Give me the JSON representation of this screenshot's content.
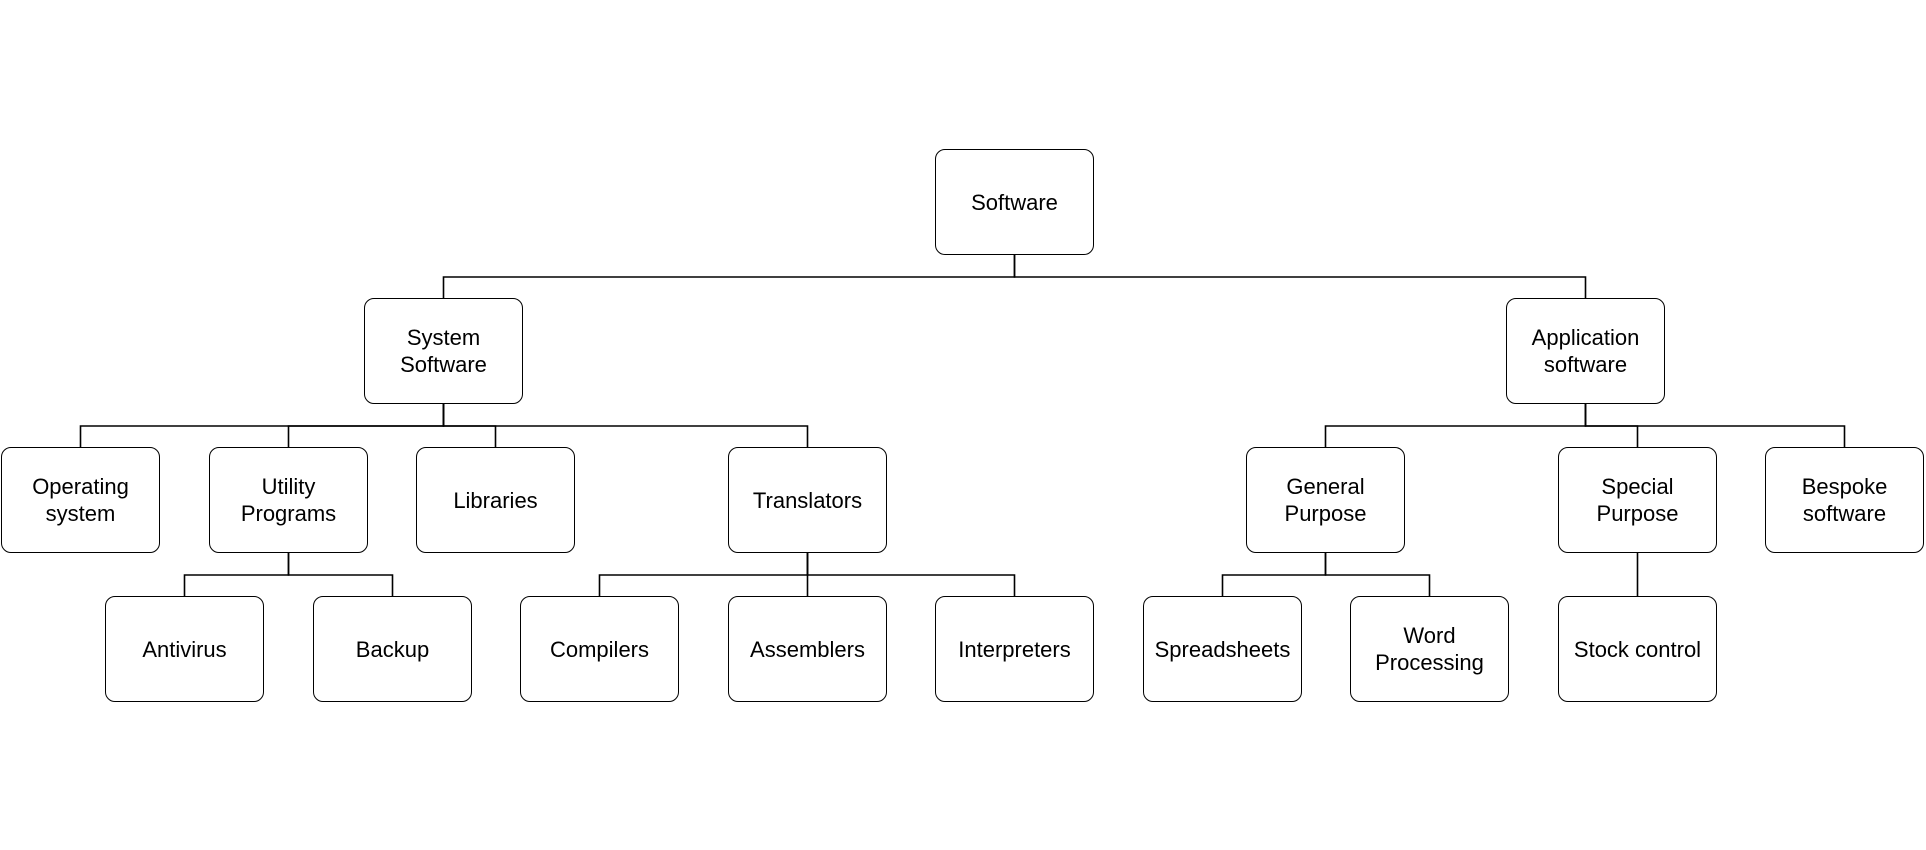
{
  "nodes": {
    "software": "Software",
    "system_software": "System\nSoftware",
    "application_software": "Application\nsoftware",
    "operating_system": "Operating\nsystem",
    "utility_programs": "Utility\nPrograms",
    "libraries": "Libraries",
    "translators": "Translators",
    "general_purpose": "General\nPurpose",
    "special_purpose": "Special\nPurpose",
    "bespoke_software": "Bespoke\nsoftware",
    "antivirus": "Antivirus",
    "backup": "Backup",
    "compilers": "Compilers",
    "assemblers": "Assemblers",
    "interpreters": "Interpreters",
    "spreadsheets": "Spreadsheets",
    "word_processing": "Word\nProcessing",
    "stock_control": "Stock control"
  },
  "edges": [
    [
      "software",
      "system_software"
    ],
    [
      "software",
      "application_software"
    ],
    [
      "system_software",
      "operating_system"
    ],
    [
      "system_software",
      "utility_programs"
    ],
    [
      "system_software",
      "libraries"
    ],
    [
      "system_software",
      "translators"
    ],
    [
      "application_software",
      "general_purpose"
    ],
    [
      "application_software",
      "special_purpose"
    ],
    [
      "application_software",
      "bespoke_software"
    ],
    [
      "utility_programs",
      "antivirus"
    ],
    [
      "utility_programs",
      "backup"
    ],
    [
      "translators",
      "compilers"
    ],
    [
      "translators",
      "assemblers"
    ],
    [
      "translators",
      "interpreters"
    ],
    [
      "general_purpose",
      "spreadsheets"
    ],
    [
      "general_purpose",
      "word_processing"
    ],
    [
      "special_purpose",
      "stock_control"
    ]
  ]
}
